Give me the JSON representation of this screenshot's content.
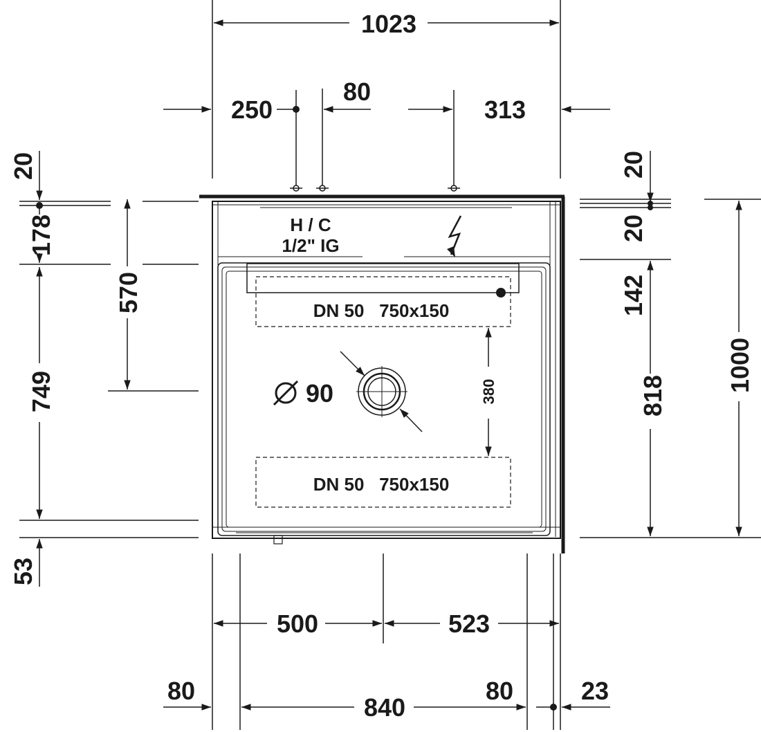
{
  "dimensions": {
    "top_overall": "1023",
    "left_offset": "250",
    "gap": "80",
    "right_offset": "313",
    "top_left_20": "20",
    "top_right_20": "20",
    "right_20_lower": "20",
    "left_178": "178",
    "left_570": "570",
    "left_749": "749",
    "left_53": "53",
    "right_142": "142",
    "right_818": "818",
    "right_1000": "1000",
    "inner_380": "380",
    "bottom_500": "500",
    "bottom_523": "523",
    "bottom_80_left": "80",
    "bottom_840": "840",
    "bottom_80_right": "80",
    "bottom_23": "23"
  },
  "labels": {
    "supply_line1": "H / C",
    "supply_line2": "1/2\" IG",
    "drain_top": "DN 50   750x150",
    "drain_bottom": "DN 50   750x150",
    "diameter": "90"
  },
  "icons": {
    "power": "lightning-icon",
    "diameter": "diameter-symbol-icon"
  },
  "colors": {
    "line": "#1a1a1a",
    "background": "#ffffff"
  }
}
